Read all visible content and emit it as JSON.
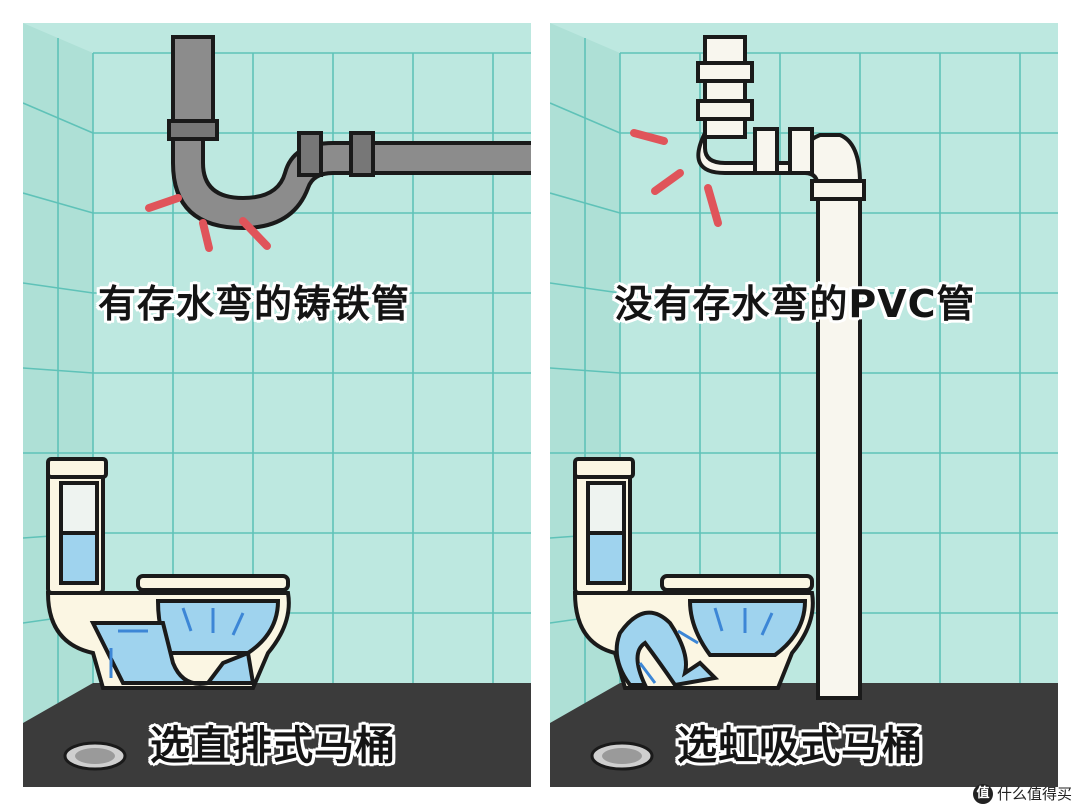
{
  "panels": [
    {
      "top_caption": "有存水弯的铸铁管",
      "bottom_caption": "选直排式马桶",
      "pipe_material": "cast-iron",
      "has_trap": true,
      "toilet_type": "direct-flush"
    },
    {
      "top_caption": "没有存水弯的PVC管",
      "bottom_caption": "选虹吸式马桶",
      "pipe_material": "pvc",
      "has_trap": false,
      "toilet_type": "siphon"
    }
  ],
  "watermark": {
    "badge": "值",
    "text": "什么值得买"
  },
  "colors": {
    "wall_tile": "#bde8e0",
    "grout": "#5fc2b8",
    "floor": "#3b3b3b",
    "cast_iron_pipe": "#8c8c8c",
    "pvc_pipe": "#f8f6ee",
    "alert_marks": "#e0545a",
    "water": "#9fd3ee",
    "toilet_body": "#fbf6e3",
    "flow_arrows": "#3c86d6"
  }
}
